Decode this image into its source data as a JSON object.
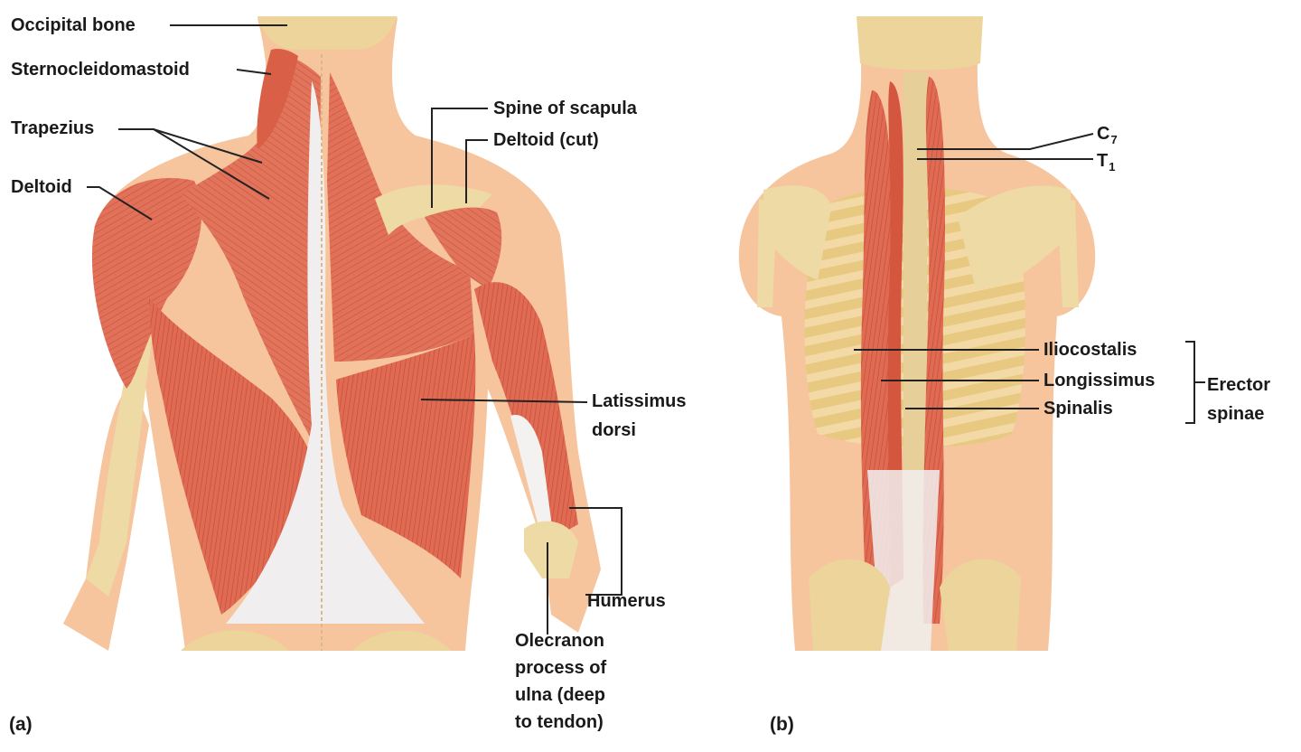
{
  "panels": {
    "a": "(a)",
    "b": "(b)"
  },
  "labels_a": {
    "occipital_bone": "Occipital bone",
    "sternocleidomastoid": "Sternocleidomastoid",
    "trapezius": "Trapezius",
    "deltoid": "Deltoid",
    "spine_of_scapula": "Spine of scapula",
    "deltoid_cut": "Deltoid (cut)",
    "latissimus_1": "Latissimus",
    "latissimus_2": "dorsi",
    "humerus": "Humerus",
    "olecranon_1": "Olecranon",
    "olecranon_2": "process of",
    "olecranon_3": "ulna (deep",
    "olecranon_4": "to tendon)"
  },
  "labels_b": {
    "c7_letter": "C",
    "c7_sub": "7",
    "t1_letter": "T",
    "t1_sub": "1",
    "iliocostalis": "Iliocostalis",
    "longissimus": "Longissimus",
    "spinalis": "Spinalis",
    "erector_1": "Erector",
    "erector_2": "spinae"
  }
}
